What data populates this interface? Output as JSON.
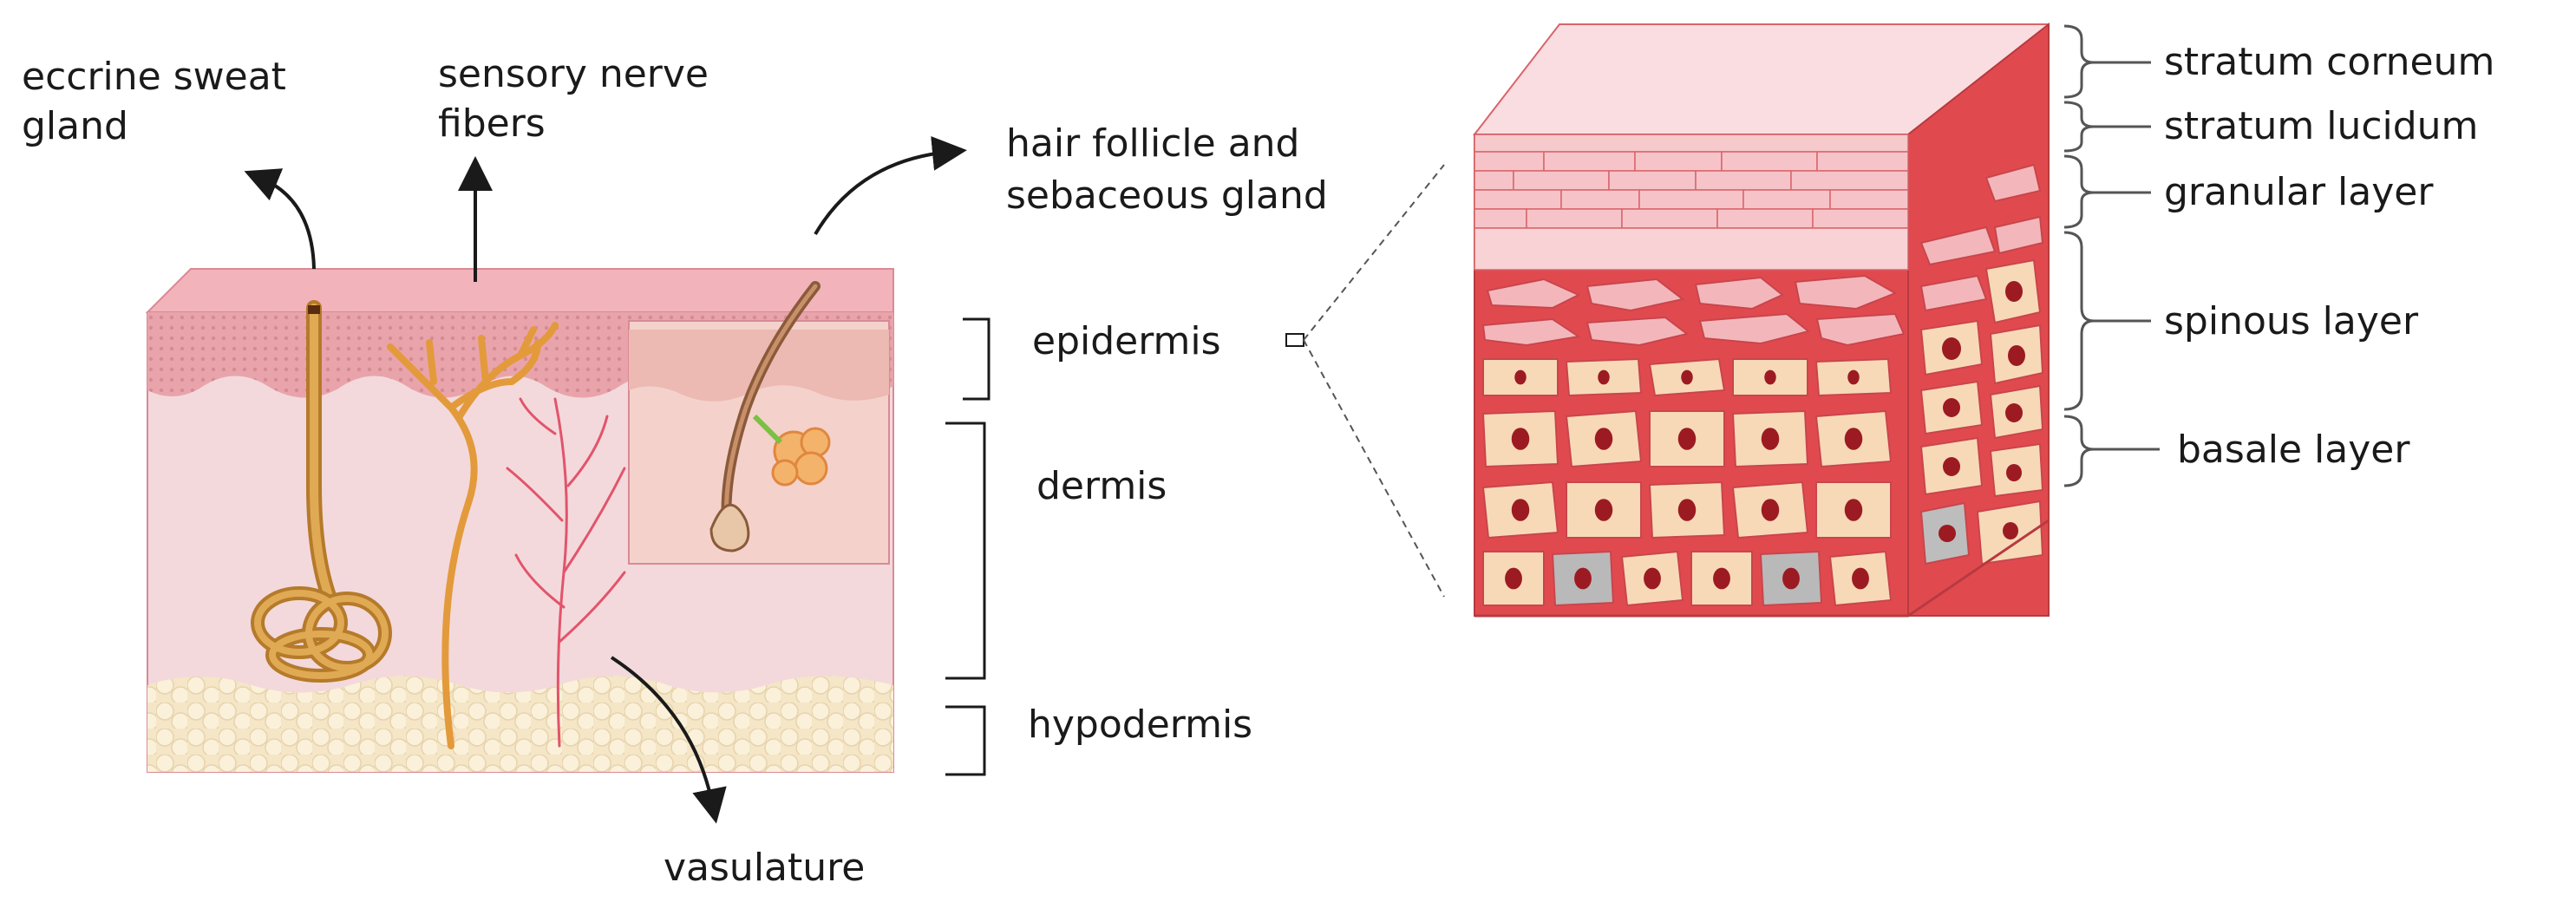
{
  "labels": {
    "eccrine_line1": "eccrine sweat",
    "eccrine_line2": "gland",
    "sensory_line1": "sensory nerve",
    "sensory_line2": "fibers",
    "hair_line1": "hair follicle and",
    "hair_line2": "sebaceous gland",
    "vasculature": "vasulature",
    "epidermis": "epidermis",
    "dermis": "dermis",
    "hypodermis": "hypodermis",
    "stratum_corneum": "stratum corneum",
    "stratum_lucidum": "stratum lucidum",
    "granular_layer": "granular layer",
    "spinous_layer": "spinous layer",
    "basale_layer": "basale layer"
  },
  "colors": {
    "skin_surface": "#f2a3ad",
    "epidermis": "#e7a1a8",
    "dermis": "#f3d6da",
    "hypodermis": "#f4e6c6",
    "gland": "#d9a04a",
    "nerve": "#e39a3b",
    "vessel": "#e2546b",
    "block_red": "#e04a4f",
    "cell_fill": "#f7d9b8",
    "nucleus": "#9c1b22",
    "basal_grey": "#b9b9b9"
  }
}
